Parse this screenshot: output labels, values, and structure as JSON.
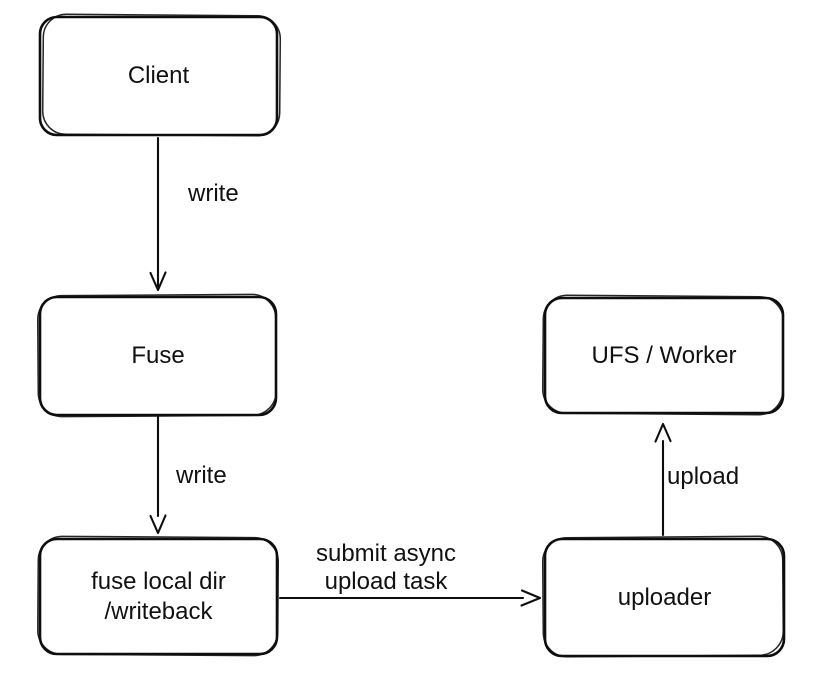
{
  "colors": {
    "background": "#ffffff",
    "stroke": "#0e0e0e",
    "text": "#111111"
  },
  "nodes": {
    "client": {
      "label": "Client"
    },
    "fuse": {
      "label": "Fuse"
    },
    "writeback": {
      "label_line1": "fuse local dir",
      "label_line2": "/writeback"
    },
    "uploader": {
      "label": "uploader"
    },
    "ufs_worker": {
      "label": "UFS / Worker"
    }
  },
  "edges": {
    "client_to_fuse": {
      "label": "write"
    },
    "fuse_to_writeback": {
      "label": "write"
    },
    "writeback_to_uploader": {
      "label_line1": "submit async",
      "label_line2": "upload task"
    },
    "uploader_to_ufs": {
      "label": "upload"
    }
  }
}
